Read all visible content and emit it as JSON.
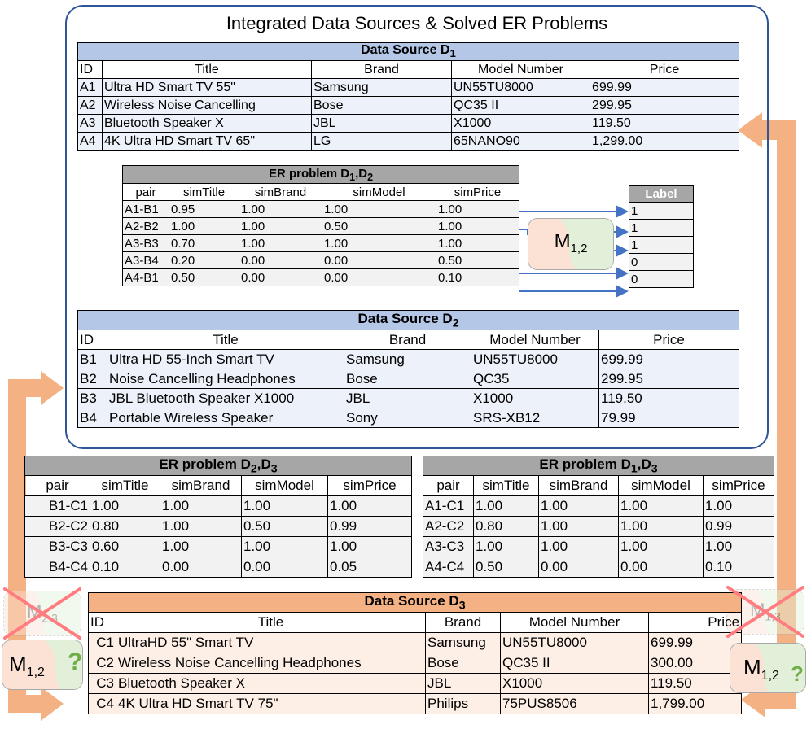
{
  "main_title": "Integrated Data Sources & Solved ER Problems",
  "d1": {
    "title": "Data Source",
    "sym": "D",
    "sub": "1",
    "headers": [
      "ID",
      "Title",
      "Brand",
      "Model Number",
      "Price"
    ],
    "rows": [
      [
        "A1",
        "Ultra HD Smart TV 55\"",
        "Samsung",
        "UN55TU8000",
        "699.99"
      ],
      [
        "A2",
        "Wireless Noise Cancelling",
        "Bose",
        "QC35 II",
        "299.95"
      ],
      [
        "A3",
        "Bluetooth Speaker X",
        "JBL",
        "X1000",
        "119.50"
      ],
      [
        "A4",
        "4K Ultra HD Smart TV 65\"",
        "LG",
        "65NANO90",
        "1,299.00"
      ]
    ]
  },
  "er12": {
    "title": "ER problem",
    "sym1": "D",
    "sub1": "1",
    "sym2": "D",
    "sub2": "2",
    "headers": [
      "pair",
      "simTitle",
      "simBrand",
      "simModel",
      "simPrice"
    ],
    "rows": [
      [
        "A1-B1",
        "0.95",
        "1.00",
        "1.00",
        "1.00"
      ],
      [
        "A2-B2",
        "1.00",
        "1.00",
        "0.50",
        "1.00"
      ],
      [
        "A3-B3",
        "0.70",
        "1.00",
        "1.00",
        "1.00"
      ],
      [
        "A3-B4",
        "0.20",
        "0.00",
        "0.00",
        "0.50"
      ],
      [
        "A4-B1",
        "0.50",
        "0.00",
        "0.00",
        "0.10"
      ]
    ]
  },
  "labels": {
    "header": "Label",
    "values": [
      "1",
      "1",
      "1",
      "0",
      "0"
    ]
  },
  "models": {
    "m12": {
      "sym": "M",
      "sub": "1,2"
    },
    "m23": {
      "sym": "M",
      "sub": "2,3"
    },
    "m13": {
      "sym": "M",
      "sub": "1,3"
    },
    "question": "?"
  },
  "d2": {
    "title": "Data Source",
    "sym": "D",
    "sub": "2",
    "headers": [
      "ID",
      "Title",
      "Brand",
      "Model Number",
      "Price"
    ],
    "rows": [
      [
        "B1",
        "Ultra HD 55-Inch Smart TV",
        "Samsung",
        "UN55TU8000",
        "699.99"
      ],
      [
        "B2",
        "Noise Cancelling Headphones",
        "Bose",
        "QC35",
        "299.95"
      ],
      [
        "B3",
        "JBL Bluetooth Speaker X1000",
        "JBL",
        "X1000",
        "119.50"
      ],
      [
        "B4",
        "Portable Wireless Speaker",
        "Sony",
        "SRS-XB12",
        "79.99"
      ]
    ]
  },
  "er23": {
    "title": "ER problem",
    "sym1": "D",
    "sub1": "2",
    "sym2": "D",
    "sub2": "3",
    "headers": [
      "pair",
      "simTitle",
      "simBrand",
      "simModel",
      "simPrice"
    ],
    "rows": [
      [
        "B1-C1",
        "1.00",
        "1.00",
        "1.00",
        "1.00"
      ],
      [
        "B2-C2",
        "0.80",
        "1.00",
        "0.50",
        "0.99"
      ],
      [
        "B3-C3",
        "0.60",
        "1.00",
        "1.00",
        "1.00"
      ],
      [
        "B4-C4",
        "0.10",
        "0.00",
        "0.00",
        "0.05"
      ]
    ]
  },
  "er13": {
    "title": "ER problem",
    "sym1": "D",
    "sub1": "1",
    "sym2": "D",
    "sub2": "3",
    "headers": [
      "pair",
      "simTitle",
      "simBrand",
      "simModel",
      "simPrice"
    ],
    "rows": [
      [
        "A1-C1",
        "1.00",
        "1.00",
        "1.00",
        "1.00"
      ],
      [
        "A2-C2",
        "0.80",
        "1.00",
        "1.00",
        "0.99"
      ],
      [
        "A3-C3",
        "1.00",
        "1.00",
        "1.00",
        "1.00"
      ],
      [
        "A4-C4",
        "0.50",
        "0.00",
        "0.00",
        "0.10"
      ]
    ]
  },
  "d3": {
    "title": "Data Source",
    "sym": "D",
    "sub": "3",
    "headers": [
      "ID",
      "Title",
      "Brand",
      "Model Number",
      "Price"
    ],
    "rows": [
      [
        "C1",
        "UltraHD 55\" Smart TV",
        "Samsung",
        "UN55TU8000",
        "699.99"
      ],
      [
        "C2",
        "Wireless Noise Cancelling Headphones",
        "Bose",
        "QC35 II",
        "300.00"
      ],
      [
        "C3",
        "Bluetooth Speaker X",
        "JBL",
        "X1000",
        "119.50"
      ],
      [
        "C4",
        "4K Ultra HD Smart TV 75\"",
        "Philips",
        "75PUS8506",
        "1,799.00"
      ]
    ]
  },
  "colors": {
    "frame": "#2f5597",
    "arrow_orange": "#f4b183",
    "arrow_blue": "#4472c4",
    "cross_red": "#ff7c80",
    "model_left": "#fbe2d5",
    "model_right": "#e2f0d9",
    "question": "#70ad47"
  }
}
